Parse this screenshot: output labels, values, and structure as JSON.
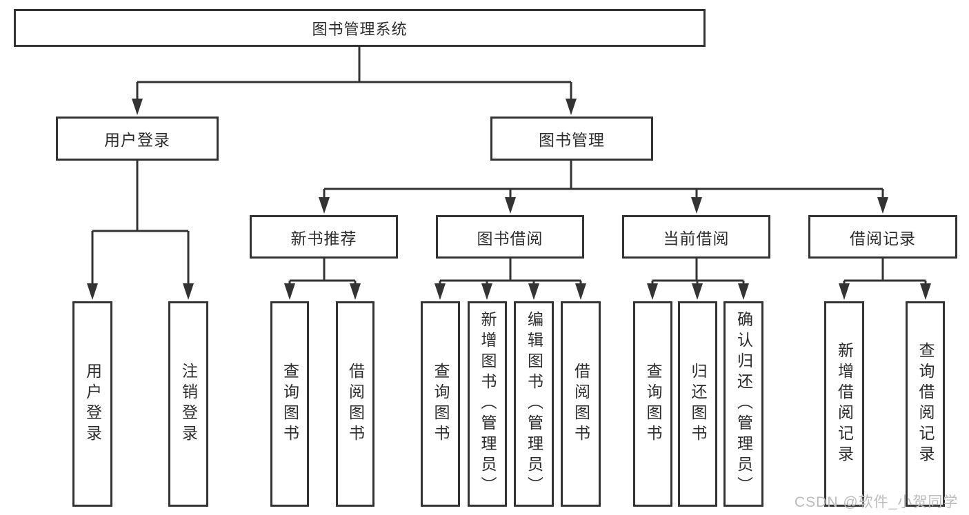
{
  "tree": {
    "root": {
      "label": "图书管理系统"
    },
    "branches": [
      {
        "label": "用户登录"
      },
      {
        "label": "图书管理"
      }
    ],
    "sections": [
      {
        "label": "新书推荐"
      },
      {
        "label": "图书借阅"
      },
      {
        "label": "当前借阅"
      },
      {
        "label": "借阅记录"
      }
    ],
    "leaves": [
      {
        "label": "用户登录"
      },
      {
        "label": "注销登录"
      },
      {
        "label": "查询图书"
      },
      {
        "label": "借阅图书"
      },
      {
        "label": "查询图书"
      },
      {
        "label": "新增图书（管理员）"
      },
      {
        "label": "编辑图书（管理员）"
      },
      {
        "label": "借阅图书"
      },
      {
        "label": "查询图书"
      },
      {
        "label": "归还图书"
      },
      {
        "label": "确认归还（管理员）"
      },
      {
        "label": "新增借阅记录"
      },
      {
        "label": "查询借阅记录"
      }
    ]
  },
  "watermark": {
    "text": "CSDN @软件_小贺同学"
  },
  "colors": {
    "line": "#333333",
    "text": "#2d2d2d",
    "watermark": "#bcbcbc",
    "background": "#ffffff"
  }
}
